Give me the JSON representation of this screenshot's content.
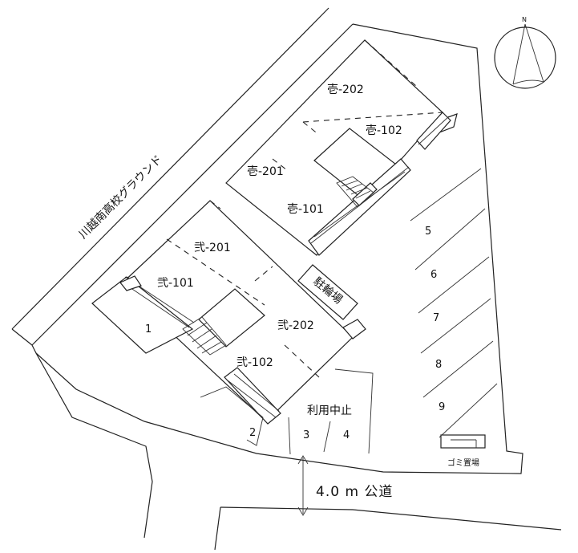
{
  "ground_label": "川越南高校グラウンド",
  "units": {
    "ichi_202": "壱-202",
    "ichi_102": "壱-102",
    "ichi_201": "壱-201",
    "ichi_101": "壱-101",
    "ni_201": "弐-201",
    "ni_101": "弐-101",
    "ni_202": "弐-202",
    "ni_102": "弐-102"
  },
  "bicycle_parking": "駐輪場",
  "parking_suspended": "利用中止",
  "parking_numbers": [
    "1",
    "2",
    "3",
    "4",
    "5",
    "6",
    "7",
    "8",
    "9"
  ],
  "garbage_area": "ゴミ置場",
  "road_label": "4.0 m 公道",
  "compass_north": "N"
}
